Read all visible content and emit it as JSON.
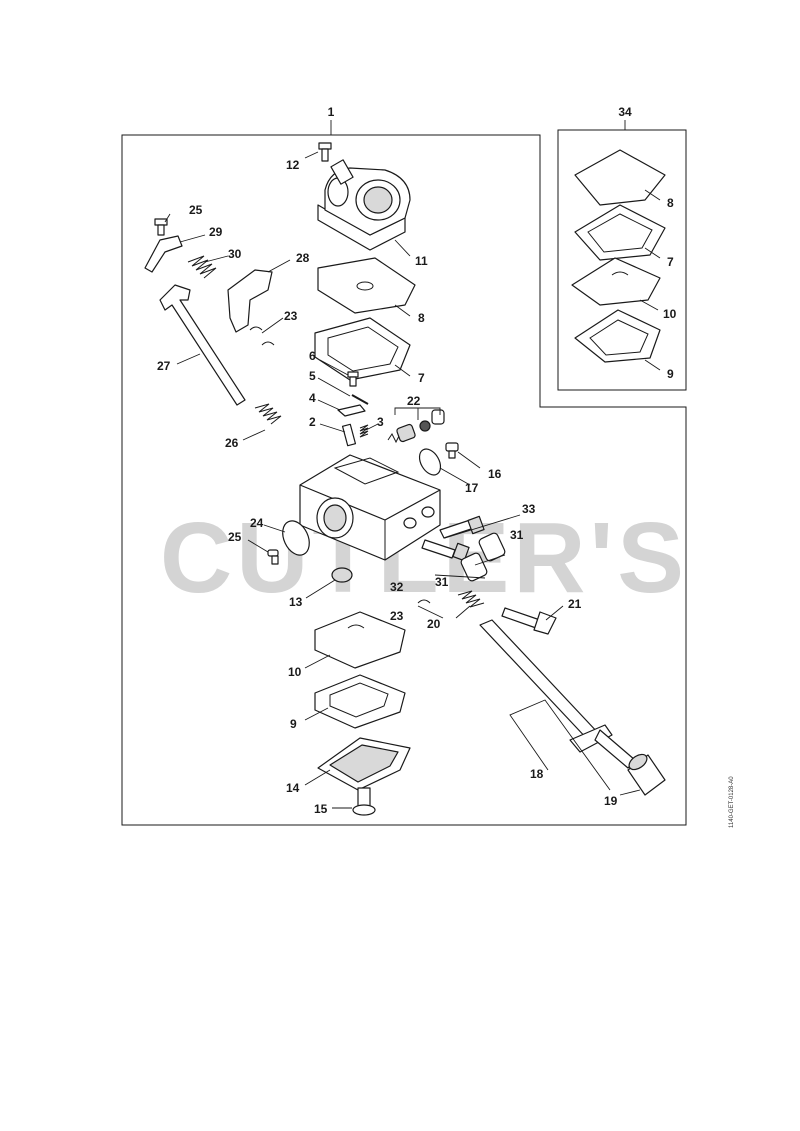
{
  "document_id": "1140-GET-0128-A0",
  "watermark": "CUTLER'S",
  "callouts": {
    "c1": "1",
    "c34": "34",
    "c12": "12",
    "c11": "11",
    "c8": "8",
    "c7": "7",
    "c6": "6",
    "c5": "5",
    "c4": "4",
    "c2": "2",
    "c3": "3",
    "c22": "22",
    "c16": "16",
    "c17": "17",
    "c25a": "25",
    "c29": "29",
    "c30": "30",
    "c28": "28",
    "c23a": "23",
    "c27": "27",
    "c26": "26",
    "c24": "24",
    "c25b": "25",
    "c13": "13",
    "c33": "33",
    "c31a": "31",
    "c31b": "31",
    "c32": "32",
    "c23b": "23",
    "c20": "20",
    "c21": "21",
    "c10": "10",
    "c9": "9",
    "c14": "14",
    "c15": "15",
    "c18": "18",
    "c19": "19",
    "k8": "8",
    "k7": "7",
    "k10": "10",
    "k9": "9"
  }
}
